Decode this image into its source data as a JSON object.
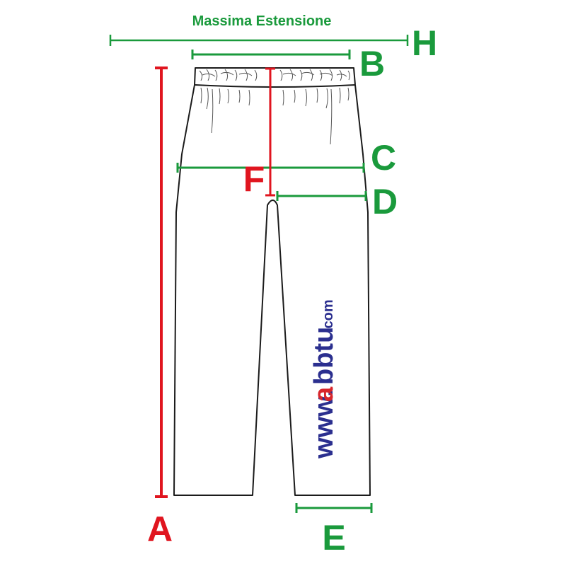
{
  "title": "Massima Estensione",
  "colors": {
    "green": "#1a9a3c",
    "red": "#e0151f",
    "navy": "#2b2f8f",
    "brand_red": "#d8262c",
    "outline": "#1b1b1b"
  },
  "measures": {
    "A": "A",
    "B": "B",
    "C": "C",
    "D": "D",
    "E": "E",
    "F": "F",
    "H": "H"
  },
  "watermark": {
    "prefix": "www.",
    "brand": "abbtu",
    "suffix": ".com"
  }
}
